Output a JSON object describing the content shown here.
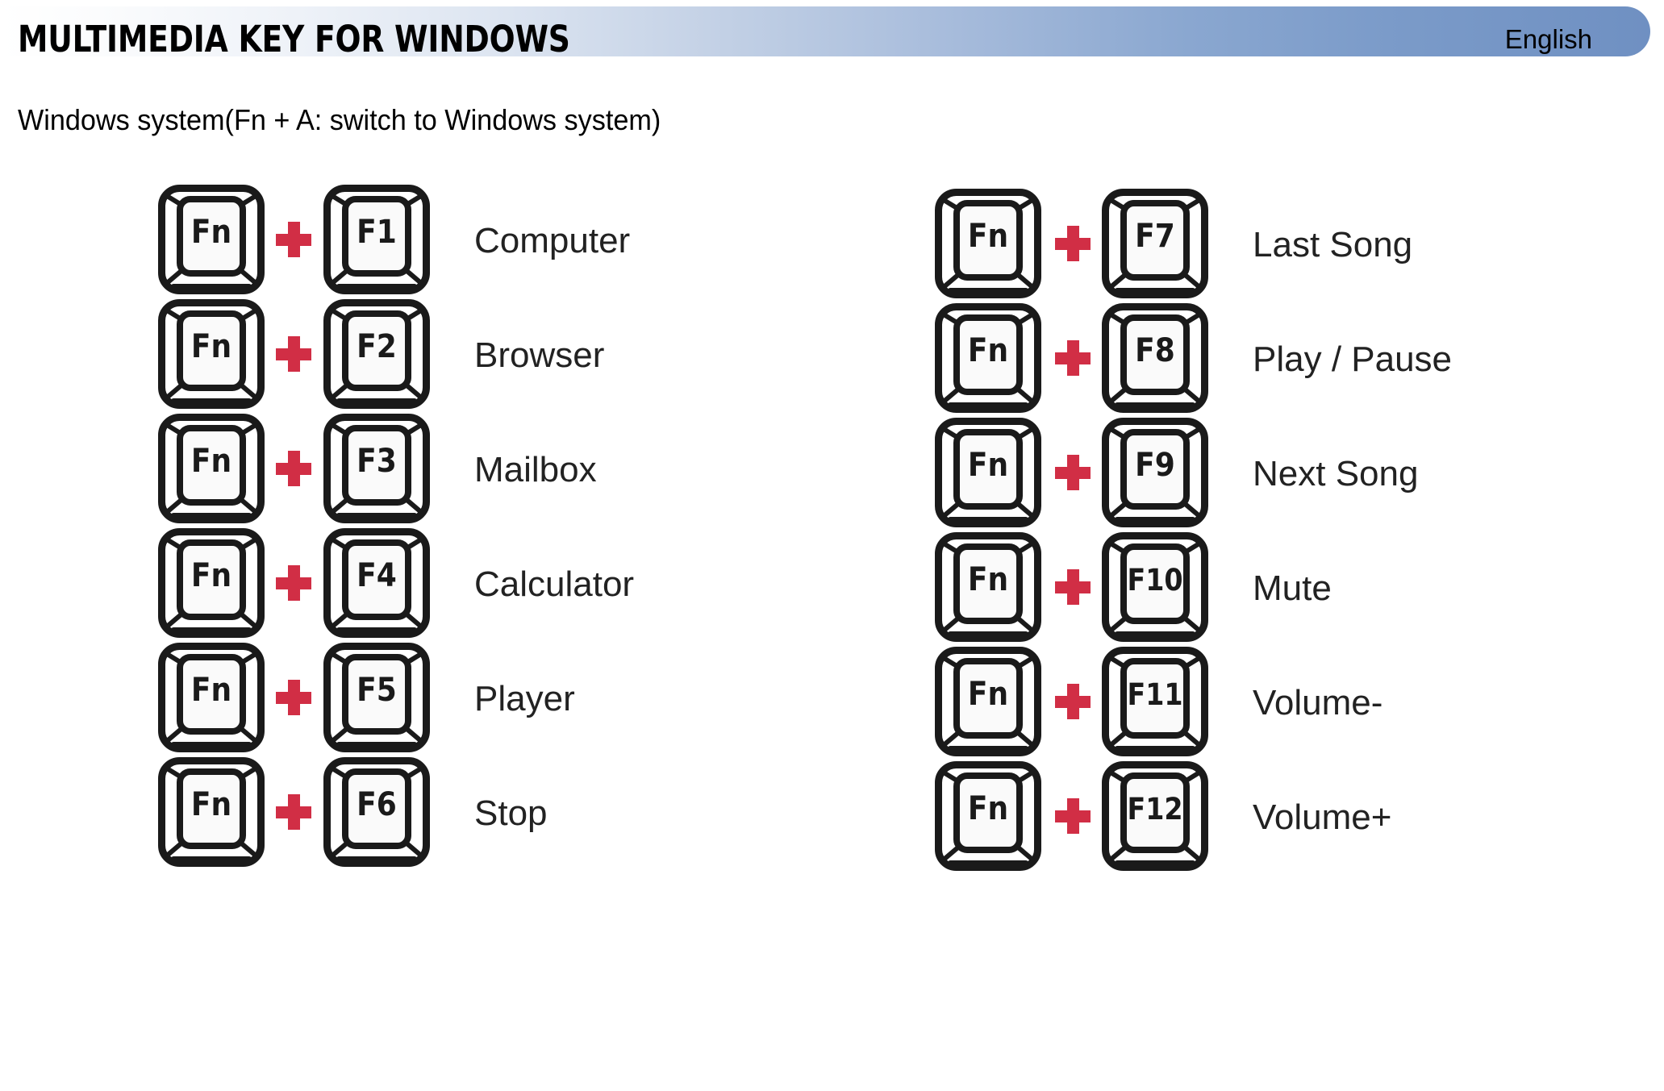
{
  "header": {
    "title": "MULTIMEDIA KEY FOR WINDOWS",
    "language": "English",
    "gradient_start": "#ffffff",
    "gradient_end": "#6f90c2"
  },
  "subtitle": "Windows system(Fn + A: switch to Windows system)",
  "colors": {
    "plus": "#D12E45",
    "key_outline": "#1a1a1a",
    "text": "#000000"
  },
  "modifier_key": "Fn",
  "plus_symbol": "+",
  "columns": [
    {
      "name": "left-column",
      "rows": [
        {
          "modifier": "Fn",
          "key": "F1",
          "action": "Computer"
        },
        {
          "modifier": "Fn",
          "key": "F2",
          "action": "Browser"
        },
        {
          "modifier": "Fn",
          "key": "F3",
          "action": "Mailbox"
        },
        {
          "modifier": "Fn",
          "key": "F4",
          "action": "Calculator"
        },
        {
          "modifier": "Fn",
          "key": "F5",
          "action": "Player"
        },
        {
          "modifier": "Fn",
          "key": "F6",
          "action": "Stop"
        }
      ]
    },
    {
      "name": "right-column",
      "rows": [
        {
          "modifier": "Fn",
          "key": "F7",
          "action": "Last Song"
        },
        {
          "modifier": "Fn",
          "key": "F8",
          "action": "Play / Pause"
        },
        {
          "modifier": "Fn",
          "key": "F9",
          "action": "Next Song"
        },
        {
          "modifier": "Fn",
          "key": "F10",
          "action": "Mute"
        },
        {
          "modifier": "Fn",
          "key": "F11",
          "action": "Volume-"
        },
        {
          "modifier": "Fn",
          "key": "F12",
          "action": "Volume+"
        }
      ]
    }
  ]
}
